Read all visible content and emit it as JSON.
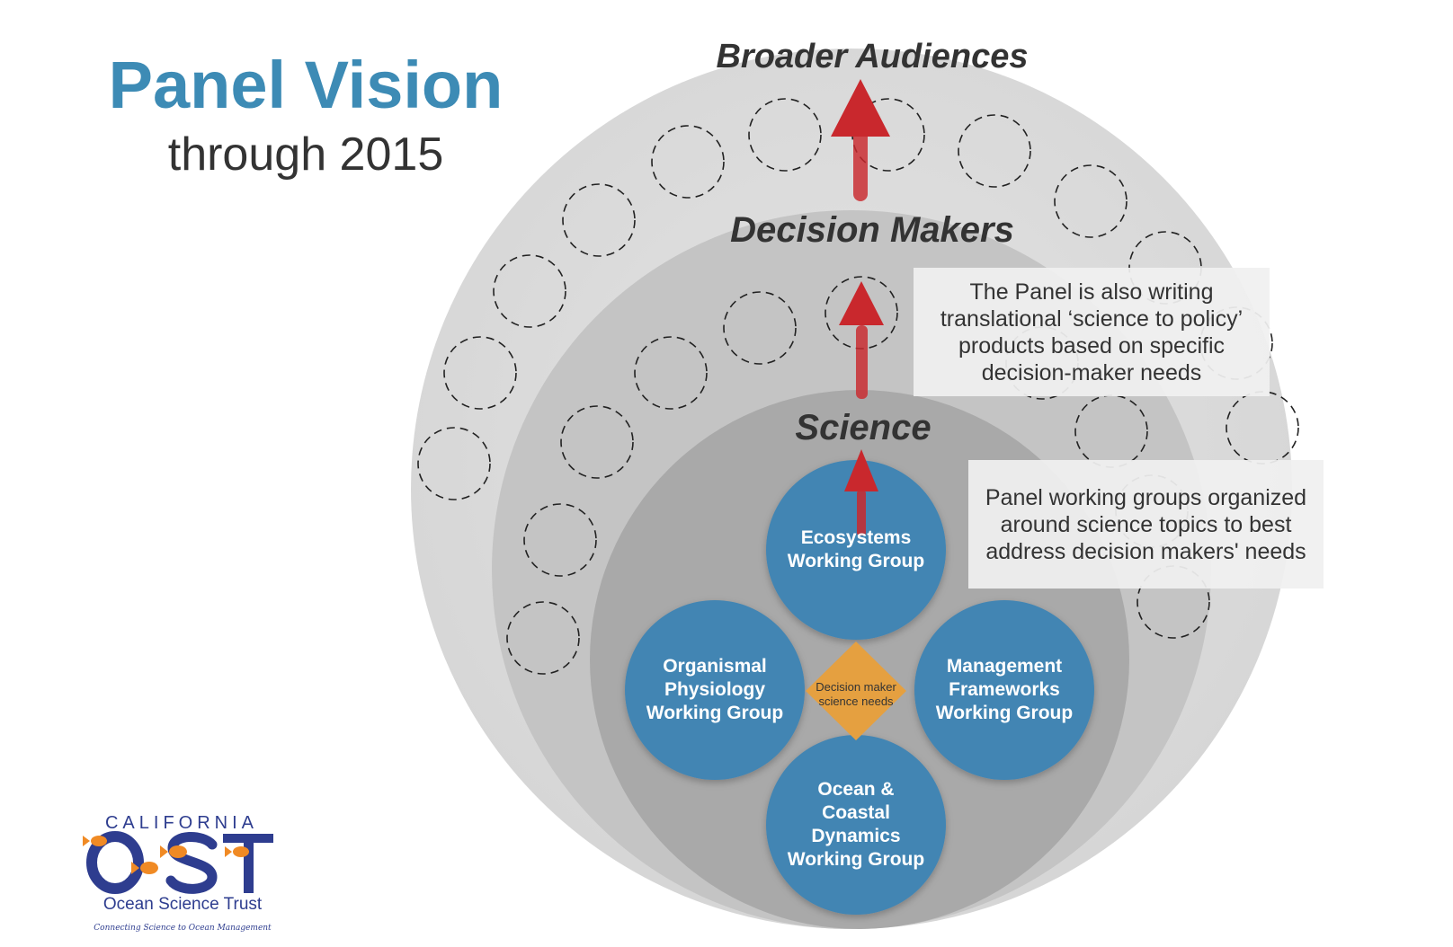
{
  "header": {
    "title": "Panel Vision",
    "subtitle": "through 2015"
  },
  "rings": {
    "outer_label": "Broader Audiences",
    "middle_label": "Decision Makers",
    "inner_label": "Science"
  },
  "notes": {
    "translational": "The Panel is also writing translational ‘science to policy’ products based on specific decision-maker needs",
    "working_groups": "Panel working groups organized around science topics to best address decision makers' needs"
  },
  "working_groups": {
    "ecosystems": "Ecosystems Working Group",
    "organismal": "Organismal Physiology Working Group",
    "management": "Management Frameworks Working Group",
    "ocean_coastal": "Ocean & Coastal Dynamics Working Group"
  },
  "center": {
    "label": "Decision maker science needs"
  },
  "logo": {
    "state": "CALIFORNIA",
    "mark": "OST",
    "name": "Ocean Science Trust",
    "tagline": "Connecting Science to Ocean Management"
  },
  "colors": {
    "title_blue": "#3d8bb5",
    "circle_blue": "#4385b3",
    "center_orange": "#e5a040",
    "arrow_red": "#c9282d",
    "logo_navy": "#2e3d8f",
    "fish_orange": "#f08a24"
  }
}
